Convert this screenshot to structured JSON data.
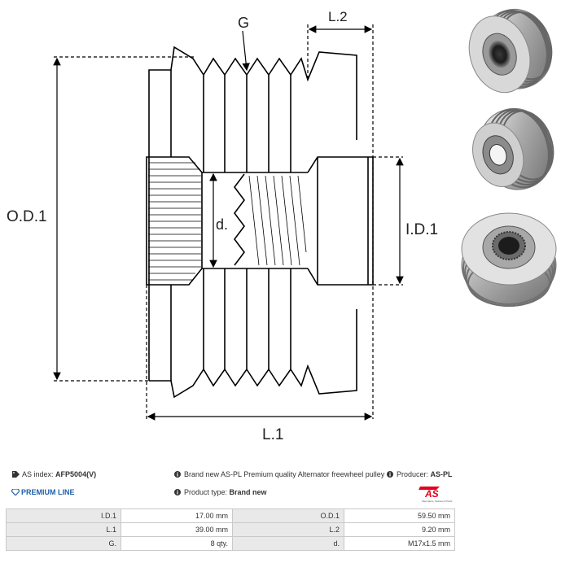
{
  "drawing": {
    "labels": {
      "g": "G",
      "l2": "L.2",
      "od1": "O.D.1",
      "d": "d.",
      "id1": "I.D.1",
      "l1": "L.1"
    }
  },
  "info": {
    "as_index_label": "AS index:",
    "as_index_value": "AFP5004(V)",
    "premium_line": "PREMIUM LINE",
    "description": "Brand new AS-PL Premium quality Alternator freewheel pulley",
    "producer_label": "Producer:",
    "producer_value": "AS-PL",
    "product_type_label": "Product type:",
    "product_type_value": "Brand new"
  },
  "logo": {
    "text": "AS",
    "tagline": "Alternators, Starters & Parts",
    "color": "#e3001b"
  },
  "specs": [
    {
      "k1": "I.D.1",
      "v1": "17.00 mm",
      "k2": "O.D.1",
      "v2": "59.50 mm"
    },
    {
      "k1": "L.1",
      "v1": "39.00 mm",
      "k2": "L.2",
      "v2": "9.20 mm"
    },
    {
      "k1": "G.",
      "v1": "8 qty.",
      "k2": "d.",
      "v2": "M17x1.5 mm"
    }
  ],
  "colors": {
    "premium_blue": "#1f5fa8",
    "line": "#000000"
  }
}
